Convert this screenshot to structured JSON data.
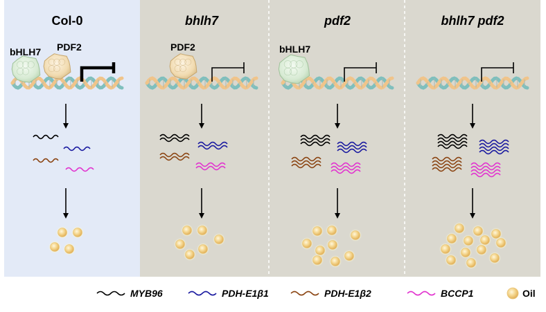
{
  "panels": [
    {
      "title": "Col-0",
      "italic": false,
      "proteins": [
        "bHLH7",
        "PDF2"
      ],
      "level": 1
    },
    {
      "title": "bhlh7",
      "italic": true,
      "proteins": [
        "PDF2"
      ],
      "level": 2
    },
    {
      "title": "pdf2",
      "italic": true,
      "proteins": [
        "bHLH7"
      ],
      "level": 3
    },
    {
      "title": "bhlh7 pdf2",
      "italic": true,
      "proteins": [],
      "level": 4
    }
  ],
  "legend": [
    {
      "label": "MYB96",
      "color": "#000000",
      "italic": true
    },
    {
      "label": "PDH-E1β1",
      "color": "#1a1aa0",
      "italic": true
    },
    {
      "label": "PDH-E1β2",
      "color": "#8b4513",
      "italic": true
    },
    {
      "label": "BCCP1",
      "color": "#e233cf",
      "italic": true
    },
    {
      "label": "Oil",
      "color": "#f2cf7e",
      "italic": false,
      "icon": "oil-droplet"
    }
  ],
  "colors": {
    "col0_bg": "#e3eaf7",
    "mutant_bg": "#dad8cf",
    "dna_a": "#7fbfbd",
    "dna_b": "#f0c48a",
    "bhlh7": "#d9ecd6",
    "pdf2": "#f3dfb6"
  }
}
